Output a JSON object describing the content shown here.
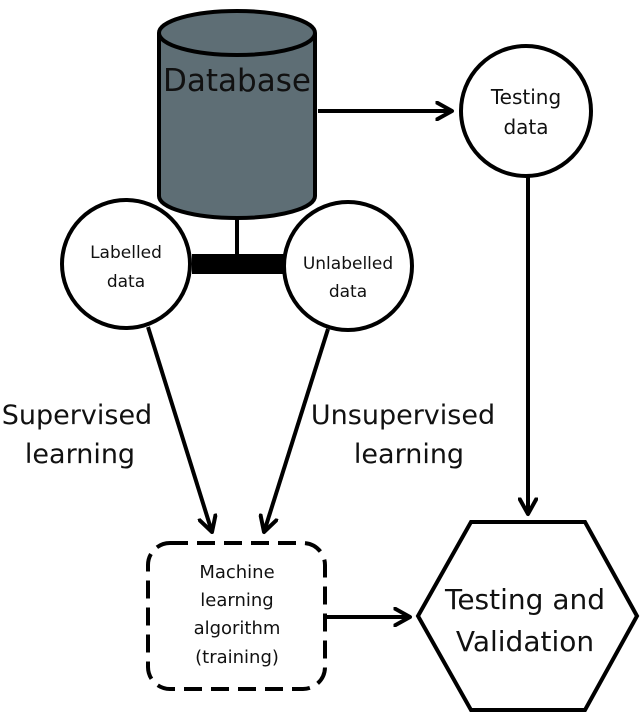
{
  "colors": {
    "database_fill": "#5e6e75",
    "stroke": "#000000",
    "background": "#ffffff",
    "text": "#111111"
  },
  "nodes": {
    "database": {
      "label": "Database",
      "shape": "cylinder"
    },
    "testing_data": {
      "line1": "Testing",
      "line2": "data",
      "shape": "circle"
    },
    "labelled_data": {
      "line1": "Labelled",
      "line2": "data",
      "shape": "circle"
    },
    "unlabelled_data": {
      "line1": "Unlabelled",
      "line2": "data",
      "shape": "circle"
    },
    "ml_algorithm": {
      "line1": "Machine",
      "line2": "learning",
      "line3": "algorithm",
      "line4": "(training)",
      "shape": "dashed-rounded-rectangle"
    },
    "testing_validation": {
      "line1": "Testing and",
      "line2": "Validation",
      "shape": "hexagon"
    }
  },
  "edge_labels": {
    "supervised": {
      "line1": "Supervised",
      "line2": "learning"
    },
    "unsupervised": {
      "line1": "Unsupervised",
      "line2": "learning"
    }
  }
}
